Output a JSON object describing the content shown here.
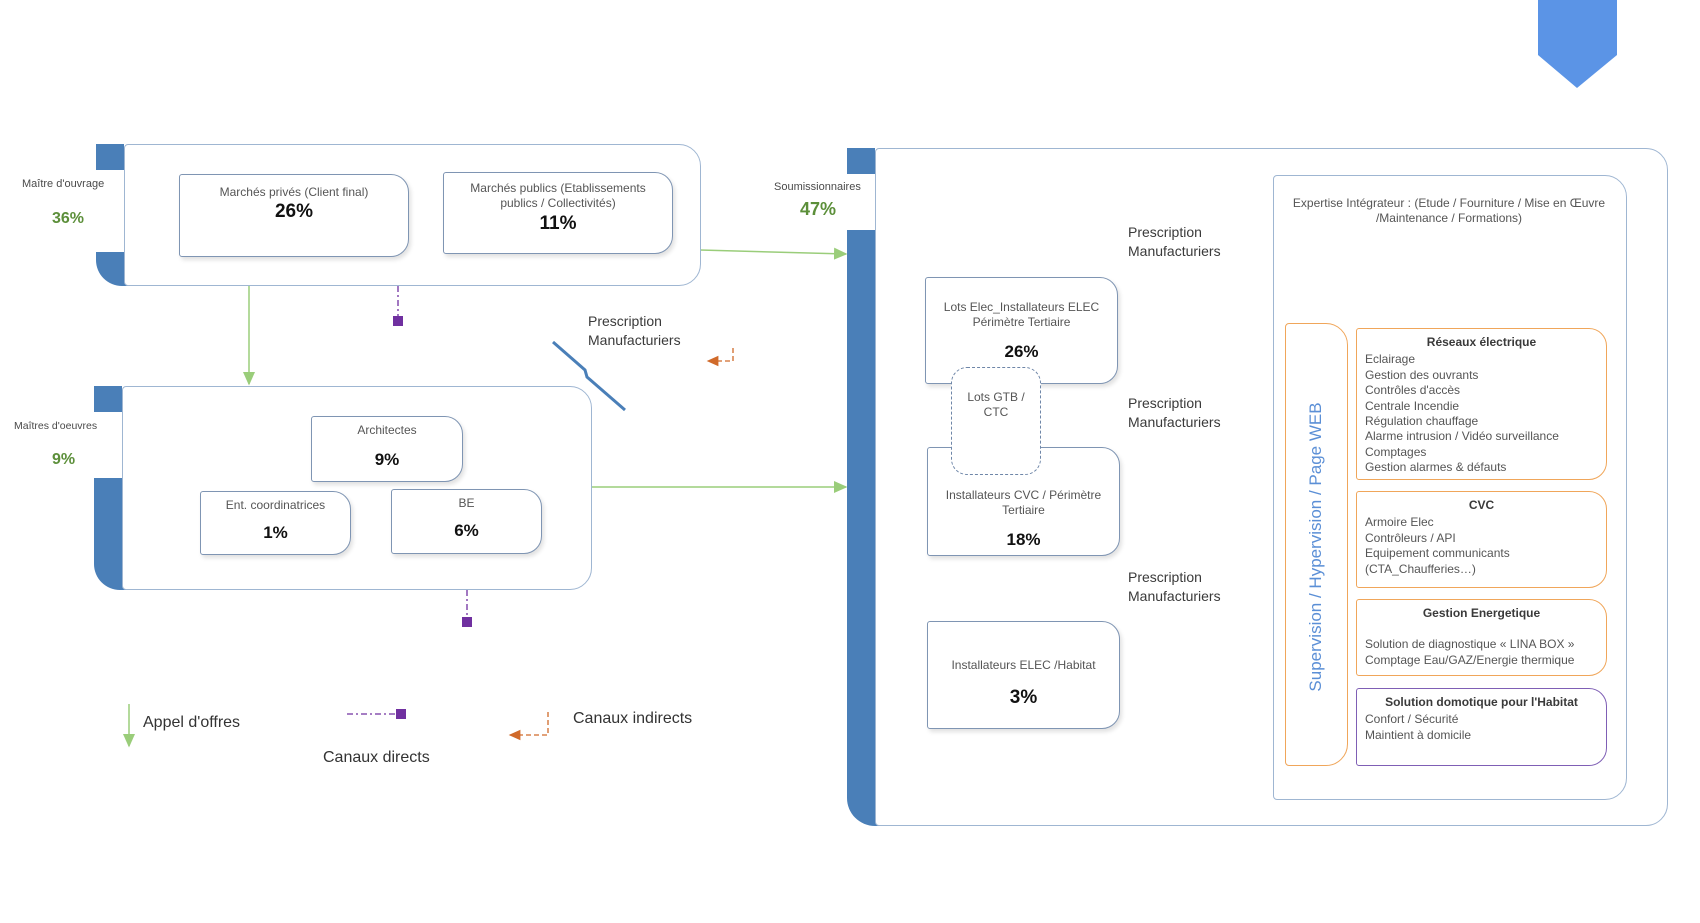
{
  "left_top": {
    "role_label": "Maître d'ouvrage",
    "share": "36%",
    "private": {
      "label": "Marchés privés (Client final)",
      "pct": "26%"
    },
    "public": {
      "label": "Marchés publics (Etablissements publics / Collectivités)",
      "pct": "11%"
    }
  },
  "left_bottom": {
    "role_label": "Maîtres d'oeuvres",
    "share": "9%",
    "architectes": {
      "label": "Architectes",
      "pct": "9%"
    },
    "coordinatrices": {
      "label": "Ent. coordinatrices",
      "pct": "1%"
    },
    "be": {
      "label": "BE",
      "pct": "6%"
    }
  },
  "middle_prescription": "Prescription Manufacturiers",
  "right": {
    "role_label": "Soumissionnaires",
    "share": "47%",
    "lots_elec": {
      "label": "Lots Elec_Installateurs ELEC Périmètre Tertiaire",
      "pct": "26%"
    },
    "lots_gtb": {
      "label": "Lots GTB / CTC"
    },
    "cvc": {
      "label": "Installateurs CVC / Périmètre Tertiaire",
      "pct": "18%"
    },
    "habitat": {
      "label": "Installateurs ELEC /Habitat",
      "pct": "3%"
    },
    "prescriptions": [
      "Prescription Manufacturiers",
      "Prescription Manufacturiers",
      "Prescription Manufacturiers"
    ],
    "integrator": {
      "title": "Expertise Intégrateur : (Etude / Fourniture / Mise en Œuvre /Maintenance / Formations)",
      "vertical": "Supervision / Hypervision / Page WEB",
      "cards": [
        {
          "title": "Réseaux électrique",
          "items": [
            "Eclairage",
            "Gestion des ouvrants",
            "Contrôles d'accès",
            "Centrale Incendie",
            "Régulation chauffage",
            "Alarme intrusion / Vidéo surveillance",
            "Comptages",
            "Gestion alarmes & défauts"
          ]
        },
        {
          "title": "CVC",
          "items": [
            "Armoire Elec",
            "Contrôleurs / API",
            "Equipement communicants",
            "(CTA_Chaufferies…)"
          ]
        },
        {
          "title": "Gestion Energetique",
          "items": [
            "",
            "Solution de diagnostique « LINA BOX »",
            "Comptage Eau/GAZ/Energie thermique"
          ]
        },
        {
          "title": "Solution domotique pour l'Habitat",
          "items": [
            "Confort / Sécurité",
            "Maintient à domicile"
          ]
        }
      ]
    }
  },
  "legend": {
    "appel": "Appel d'offres",
    "directs": "Canaux directs",
    "indirects": "Canaux indirects"
  },
  "colors": {
    "tab": "#4a7fb8",
    "arrow_green": "#9acd7a",
    "direct": "#7030a0",
    "indirect": "#d06a2a",
    "card_orange": "#f0a65a",
    "card_purple": "#7f5fb5"
  }
}
